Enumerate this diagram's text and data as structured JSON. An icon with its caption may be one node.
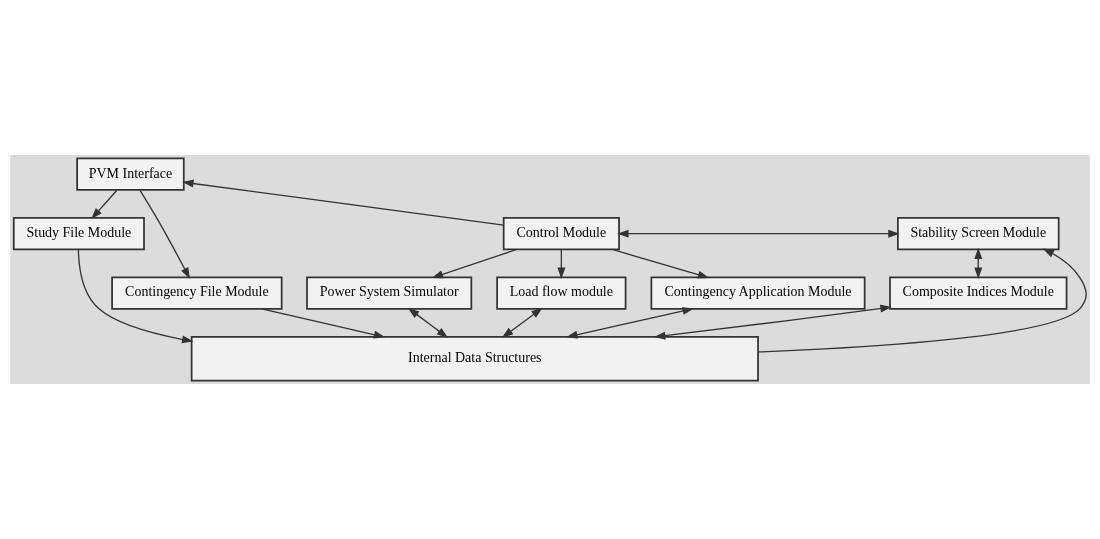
{
  "diagram": {
    "nodes": [
      {
        "text": [
          "PVM Interface"
        ]
      },
      {
        "text": [
          "Study File Module"
        ]
      },
      {
        "text": [
          "Control Module"
        ]
      },
      {
        "text": [
          "Stability Screen Module"
        ]
      },
      {
        "text": [
          "Contingency File Module"
        ]
      },
      {
        "text": [
          "Composite Indices Module"
        ]
      },
      {
        "text": [
          "Power System Simulator"
        ]
      },
      {
        "text": [
          "Load flow module"
        ]
      },
      {
        "text": [
          "Contingency Application Module"
        ]
      },
      {
        "text": [
          "Internal Data Structures"
        ]
      }
    ],
    "edges": [
      {
        "from": 0,
        "to": 1,
        "arrow": "to"
      },
      {
        "from": 0,
        "to": 4,
        "arrow": "to"
      },
      {
        "from": 2,
        "to": 0,
        "arrow": "to"
      },
      {
        "from": 1,
        "to": 9,
        "arrow": "to"
      },
      {
        "from": 4,
        "to": 9,
        "arrow": "to"
      },
      {
        "from": 6,
        "to": 9,
        "arrow": "both"
      },
      {
        "from": 8,
        "to": 9,
        "arrow": "both"
      },
      {
        "from": 9,
        "to": 3,
        "arrow": "to"
      },
      {
        "from": 5,
        "to": 9,
        "arrow": "both"
      },
      {
        "from": 7,
        "to": 9,
        "arrow": "both"
      },
      {
        "from": 2,
        "to": 3,
        "arrow": "both"
      },
      {
        "from": 3,
        "to": 5,
        "arrow": "both"
      },
      {
        "from": 2,
        "to": 6,
        "arrow": "to"
      },
      {
        "from": 2,
        "to": 8,
        "arrow": "to"
      },
      {
        "from": 2,
        "to": 7,
        "arrow": "to"
      }
    ]
  }
}
